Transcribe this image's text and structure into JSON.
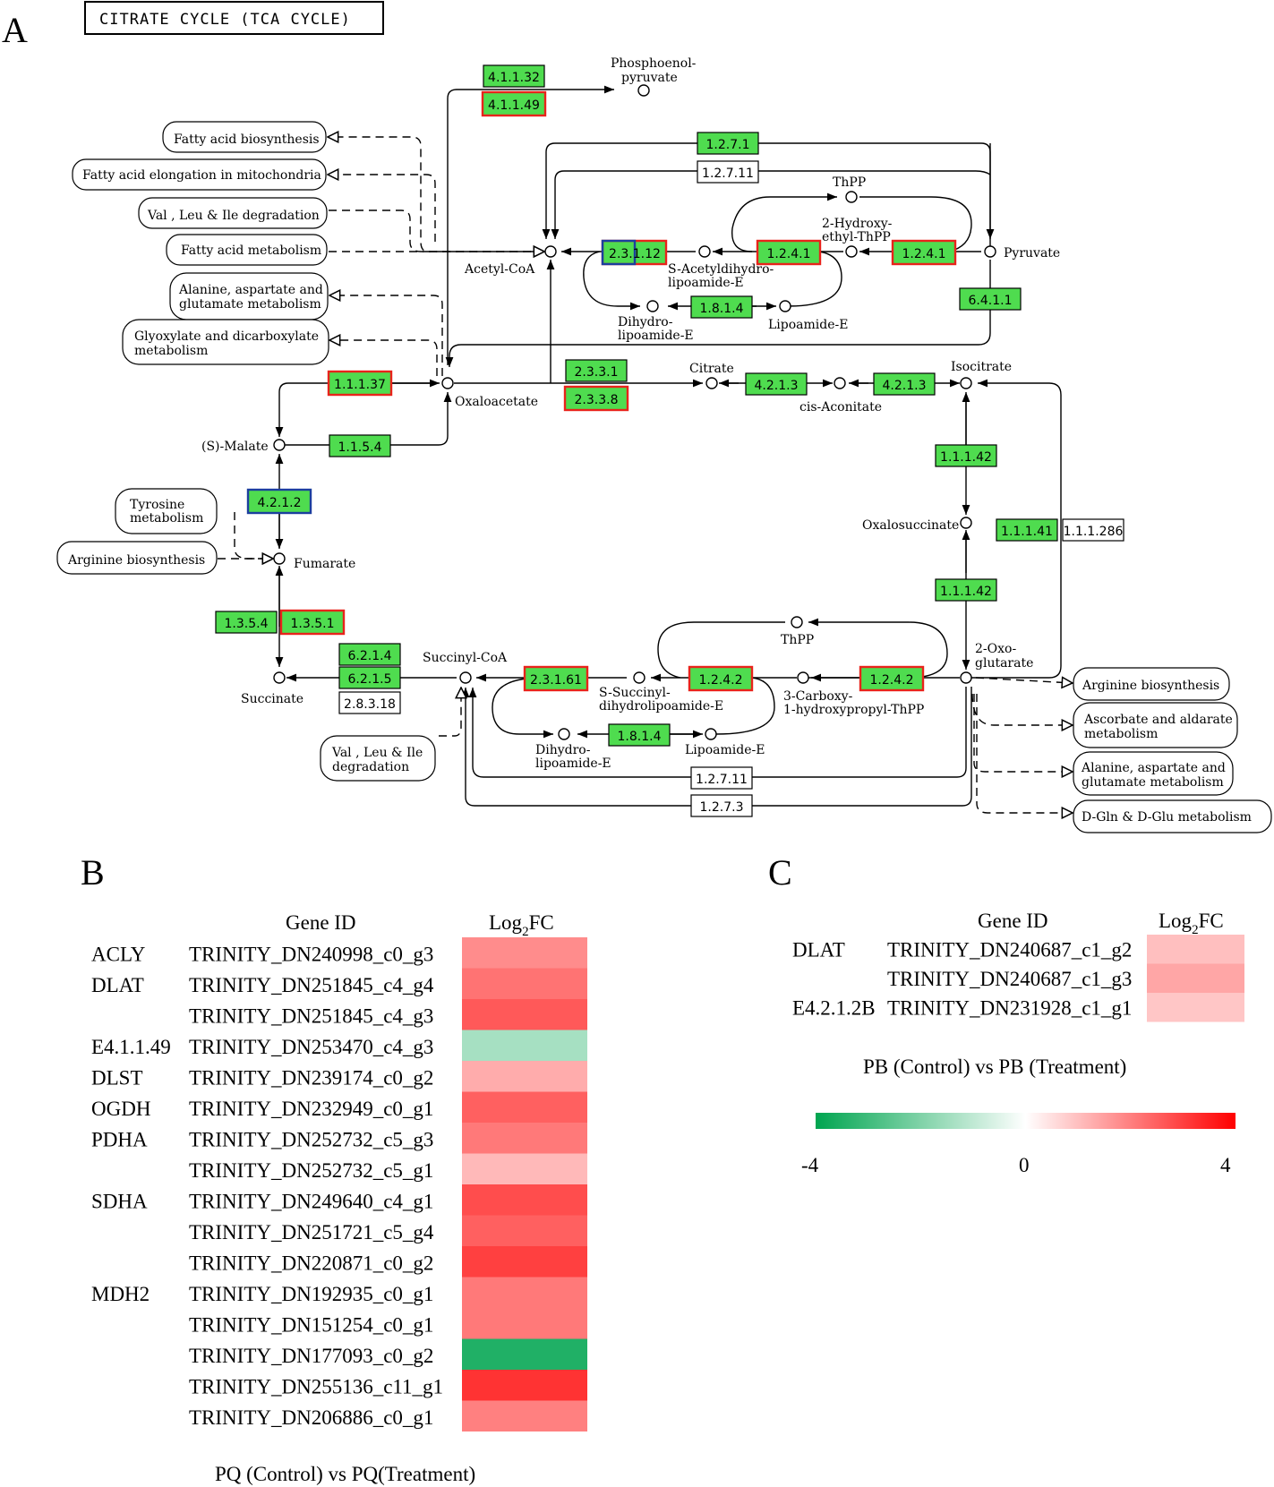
{
  "panel_labels": {
    "a": "A",
    "b": "B",
    "c": "C"
  },
  "pathway": {
    "title": "CITRATE CYCLE (TCA CYCLE)",
    "compounds": {
      "phosphoenol_1": "Phosphoenol-",
      "phosphoenol_2": "pyruvate",
      "thpp_top": "ThPP",
      "hydroxyethyl_1": "2-Hydroxy-",
      "hydroxyethyl_2": "ethyl-ThPP",
      "acetyl_coa": "Acetyl-CoA",
      "s_acetyl_1": "S-Acetyldihydro-",
      "s_acetyl_2": "lipoamide-E",
      "pyruvate": "Pyruvate",
      "dihydro_top_1": "Dihydro-",
      "dihydro_top_2": "lipoamide-E",
      "lipoamide_top": "Lipoamide-E",
      "oxaloacetate": "Oxaloacetate",
      "citrate": "Citrate",
      "cis_aconitate": "cis-Aconitate",
      "isocitrate": "Isocitrate",
      "malate": "(S)-Malate",
      "fumarate": "Fumarate",
      "oxalosuccinate": "Oxalosuccinate",
      "thpp_bottom": "ThPP",
      "oxoglutarate_1": "2-Oxo-",
      "oxoglutarate_2": "glutarate",
      "succinyl_coa": "Succinyl-CoA",
      "succinate": "Succinate",
      "s_succinyl_1": "S-Succinyl-",
      "s_succinyl_2": "dihydrolipoamide-E",
      "carboxy_1": "3-Carboxy-",
      "carboxy_2": "1-hydroxypropyl-ThPP",
      "dihydro_bot_1": "Dihydro-",
      "dihydro_bot_2": "lipoamide-E",
      "lipoamide_bot": "Lipoamide-E"
    },
    "maps": {
      "fatty_acid_biosynthesis": "Fatty acid biosynthesis",
      "fatty_acid_elongation": "Fatty acid elongation in mitochondria",
      "val_leu_ile_top": "Val , Leu & Ile degradation",
      "fatty_acid_metabolism": "Fatty acid metabolism",
      "alanine_top_1": "Alanine, aspartate and",
      "alanine_top_2": "glutamate metabolism",
      "glyoxylate_1": "Glyoxylate and dicarboxylate",
      "glyoxylate_2": "metabolism",
      "tyrosine_1": "Tyrosine",
      "tyrosine_2": "metabolism",
      "arginine_left": "Arginine biosynthesis",
      "val_leu_ile_bot_1": "Val , Leu & Ile",
      "val_leu_ile_bot_2": "degradation",
      "arginine_right": "Arginine biosynthesis",
      "ascorbate_1": "Ascorbate and aldarate",
      "ascorbate_2": "metabolism",
      "alanine_bot_1": "Alanine, aspartate and",
      "alanine_bot_2": "glutamate metabolism",
      "dgln": "D-Gln & D-Glu metabolism"
    },
    "enzymes": {
      "e41132": "4.1.1.32",
      "e41149": "4.1.1.49",
      "e1271": "1.2.7.1",
      "e12711_top": "1.2.7.11",
      "e23112": "2.3.1.12",
      "e1241_a": "1.2.4.1",
      "e1241_b": "1.2.4.1",
      "e1814_top": "1.8.1.4",
      "e6411": "6.4.1.1",
      "e2331": "2.3.3.1",
      "e2338": "2.3.3.8",
      "e4213_a": "4.2.1.3",
      "e4213_b": "4.2.1.3",
      "e11137": "1.1.1.37",
      "e1154": "1.1.5.4",
      "e11142_a": "1.1.1.42",
      "e4212": "4.2.1.2",
      "e11141": "1.1.1.41",
      "e111286": "1.1.1.286",
      "e11142_b": "1.1.1.42",
      "e1354": "1.3.5.4",
      "e1351": "1.3.5.1",
      "e6214": "6.2.1.4",
      "e6215": "6.2.1.5",
      "e28318": "2.8.3.18",
      "e23161": "2.3.1.61",
      "e1242_a": "1.2.4.2",
      "e1242_b": "1.2.4.2",
      "e1814_bot": "1.8.1.4",
      "e12711_bot": "1.2.7.11",
      "e1273": "1.2.7.3"
    }
  },
  "colors": {
    "enzyme_green": "#4fdc4f",
    "highlight_red": "#e8231b",
    "highlight_blue": "#1c3f9e",
    "scale_low": "#00a550",
    "scale_mid": "#ffffff",
    "scale_high": "#ff0000"
  },
  "panel_b": {
    "header_gene": "Gene ID",
    "header_fc_main": "Log",
    "header_fc_sub": "2",
    "header_fc_tail": "FC",
    "comparison": "PQ (Control) vs PQ(Treatment)",
    "rows": [
      {
        "gene": "ACLY",
        "id": "TRINITY_DN240998_c0_g3",
        "log2fc": 1.8
      },
      {
        "gene": "DLAT",
        "id": "TRINITY_DN251845_c4_g4",
        "log2fc": 2.2
      },
      {
        "gene": "",
        "id": "TRINITY_DN251845_c4_g3",
        "log2fc": 2.6
      },
      {
        "gene": "E4.1.1.49",
        "id": "TRINITY_DN253470_c4_g3",
        "log2fc": -1.4
      },
      {
        "gene": "DLST",
        "id": "TRINITY_DN239174_c0_g2",
        "log2fc": 1.3
      },
      {
        "gene": "OGDH",
        "id": "TRINITY_DN232949_c0_g1",
        "log2fc": 2.5
      },
      {
        "gene": "PDHA",
        "id": "TRINITY_DN252732_c5_g3",
        "log2fc": 2.1
      },
      {
        "gene": "",
        "id": "TRINITY_DN252732_c5_g1",
        "log2fc": 1.1
      },
      {
        "gene": "SDHA",
        "id": "TRINITY_DN249640_c4_g1",
        "log2fc": 2.8
      },
      {
        "gene": "",
        "id": "TRINITY_DN251721_c5_g4",
        "log2fc": 2.5
      },
      {
        "gene": "",
        "id": "TRINITY_DN220871_c0_g2",
        "log2fc": 3.0
      },
      {
        "gene": "MDH2",
        "id": "TRINITY_DN192935_c0_g1",
        "log2fc": 2.1
      },
      {
        "gene": "",
        "id": "TRINITY_DN151254_c0_g1",
        "log2fc": 2.1
      },
      {
        "gene": "",
        "id": "TRINITY_DN177093_c0_g2",
        "log2fc": -3.5
      },
      {
        "gene": "",
        "id": "TRINITY_DN255136_c11_g1",
        "log2fc": 3.2
      },
      {
        "gene": "",
        "id": "TRINITY_DN206886_c0_g1",
        "log2fc": 2.0
      }
    ]
  },
  "panel_c": {
    "header_gene": "Gene ID",
    "header_fc_main": "Log",
    "header_fc_sub": "2",
    "header_fc_tail": "FC",
    "comparison": "PB (Control) vs PB (Treatment)",
    "rows": [
      {
        "gene": "DLAT",
        "id": "TRINITY_DN240687_c1_g2",
        "log2fc": 1.0
      },
      {
        "gene": "",
        "id": "TRINITY_DN240687_c1_g3",
        "log2fc": 1.4
      },
      {
        "gene": "E4.2.1.2B",
        "id": "TRINITY_DN231928_c1_g1",
        "log2fc": 0.9
      }
    ]
  },
  "color_scale": {
    "min": -4,
    "mid": 0,
    "max": 4,
    "min_label": "-4",
    "mid_label": "0",
    "max_label": "4"
  }
}
